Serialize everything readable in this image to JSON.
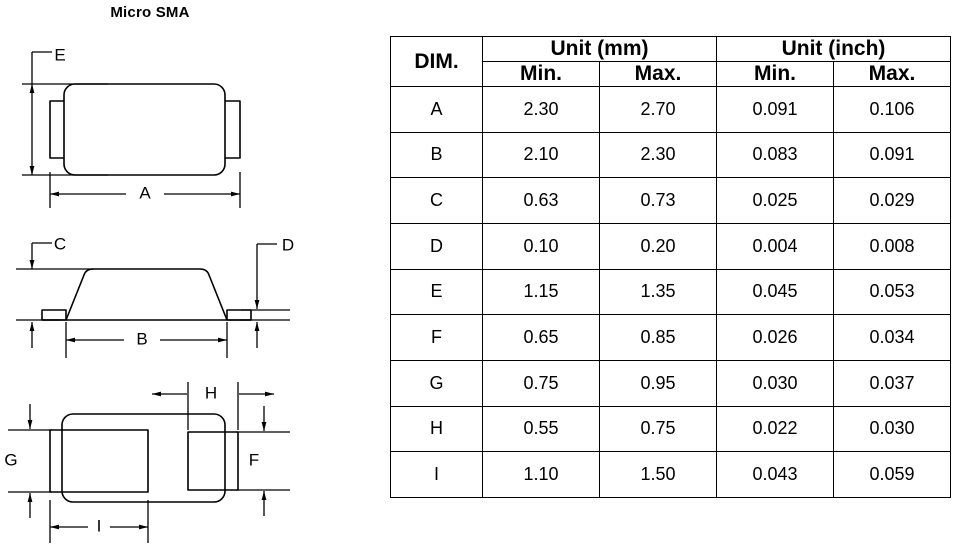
{
  "title": "Micro SMA",
  "drawing": {
    "views": [
      {
        "name": "top-view",
        "dimension_labels": [
          "E",
          "A"
        ]
      },
      {
        "name": "side-view",
        "dimension_labels": [
          "C",
          "D",
          "B"
        ]
      },
      {
        "name": "bottom-view",
        "dimension_labels": [
          "H",
          "G",
          "F",
          "I"
        ]
      }
    ],
    "labels": {
      "A": "A",
      "B": "B",
      "C": "C",
      "D": "D",
      "E": "E",
      "F": "F",
      "G": "G",
      "H": "H",
      "I": "I"
    },
    "line_color": "#000000",
    "background": "#ffffff"
  },
  "table": {
    "header": {
      "dim": "DIM.",
      "unit_mm": "Unit (mm)",
      "unit_inch": "Unit (inch)",
      "mm_min": "Min.",
      "mm_max": "Max.",
      "inch_min": "Min.",
      "inch_max": "Max."
    },
    "rows": [
      {
        "dim": "A",
        "mm_min": "2.30",
        "mm_max": "2.70",
        "in_min": "0.091",
        "in_max": "0.106"
      },
      {
        "dim": "B",
        "mm_min": "2.10",
        "mm_max": "2.30",
        "in_min": "0.083",
        "in_max": "0.091"
      },
      {
        "dim": "C",
        "mm_min": "0.63",
        "mm_max": "0.73",
        "in_min": "0.025",
        "in_max": "0.029"
      },
      {
        "dim": "D",
        "mm_min": "0.10",
        "mm_max": "0.20",
        "in_min": "0.004",
        "in_max": "0.008"
      },
      {
        "dim": "E",
        "mm_min": "1.15",
        "mm_max": "1.35",
        "in_min": "0.045",
        "in_max": "0.053"
      },
      {
        "dim": "F",
        "mm_min": "0.65",
        "mm_max": "0.85",
        "in_min": "0.026",
        "in_max": "0.034"
      },
      {
        "dim": "G",
        "mm_min": "0.75",
        "mm_max": "0.95",
        "in_min": "0.030",
        "in_max": "0.037"
      },
      {
        "dim": "H",
        "mm_min": "0.55",
        "mm_max": "0.75",
        "in_min": "0.022",
        "in_max": "0.030"
      },
      {
        "dim": "I",
        "mm_min": "1.10",
        "mm_max": "1.50",
        "in_min": "0.043",
        "in_max": "0.059"
      }
    ]
  }
}
